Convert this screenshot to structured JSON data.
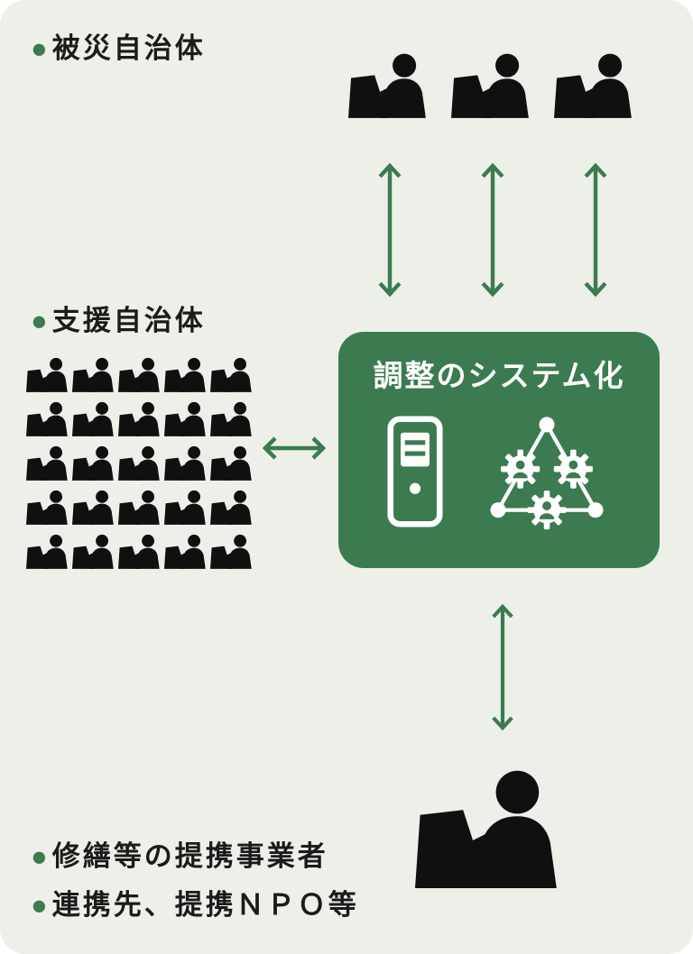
{
  "colors": {
    "bg": "#edefe9",
    "green": "#3c7b4f",
    "ink": "#101010",
    "text": "#1b1b1b",
    "white": "#ffffff"
  },
  "affected": {
    "bullet": "●",
    "label": "被災自治体",
    "person_count": 3
  },
  "supporting": {
    "bullet": "●",
    "label": "支援自治体",
    "grid_rows": 5,
    "grid_cols": 5
  },
  "center_box": {
    "title": "調整のシステム化"
  },
  "partners": {
    "line1": {
      "bullet": "●",
      "label": "修繕等の提携事業者"
    },
    "line2": {
      "bullet": "●",
      "label": "連携先、提携ＮＰＯ等"
    }
  },
  "icons": {
    "person_laptop": "person-at-laptop-icon",
    "server": "server-tower-icon",
    "network": "network-gears-icon",
    "vertical_arrow": "vertical-double-arrow-icon",
    "horizontal_arrow": "horizontal-double-arrow-icon"
  }
}
